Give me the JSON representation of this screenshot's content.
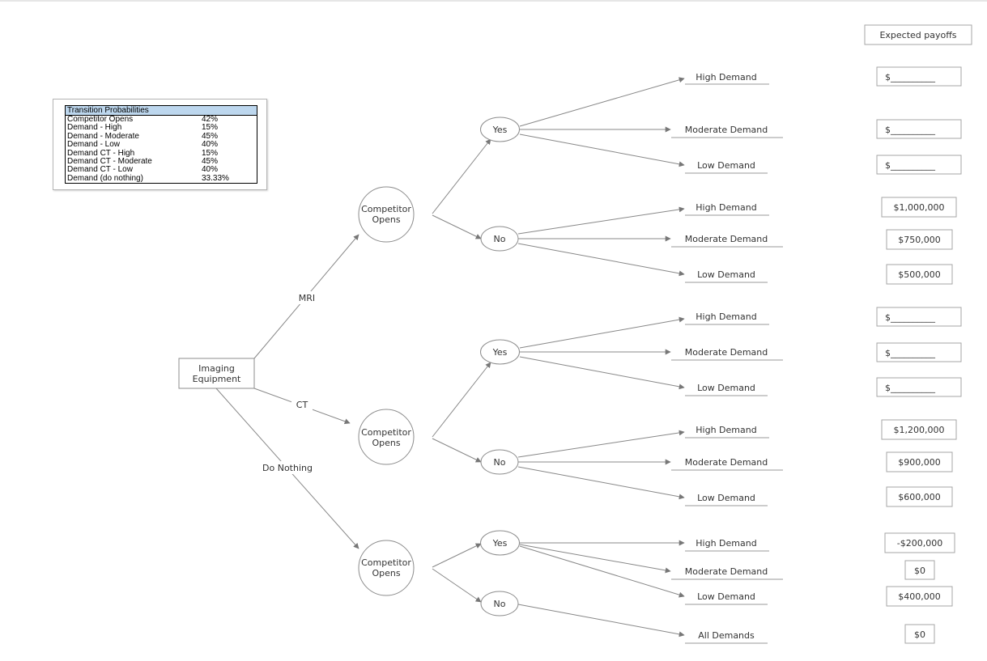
{
  "transition_table": {
    "title": "Transition Probabilities",
    "rows": [
      {
        "label": "Competitor Opens",
        "value": "42%"
      },
      {
        "label": "Demand - High",
        "value": "15%"
      },
      {
        "label": "Demand - Moderate",
        "value": "45%"
      },
      {
        "label": "Demand - Low",
        "value": "40%"
      },
      {
        "label": "Demand CT - High",
        "value": "15%"
      },
      {
        "label": "Demand CT - Moderate",
        "value": "45%"
      },
      {
        "label": "Demand CT - Low",
        "value": "40%"
      },
      {
        "label": "Demand (do nothing)",
        "value": "33.33%"
      }
    ]
  },
  "header": {
    "expected_payoffs": "Expected payoffs"
  },
  "root": {
    "line1": "Imaging",
    "line2": "Equipment"
  },
  "decisions": {
    "mri": "MRI",
    "ct": "CT",
    "do_nothing": "Do Nothing"
  },
  "chance": {
    "line1": "Competitor",
    "line2": "Opens"
  },
  "branches": {
    "yes": "Yes",
    "no": "No"
  },
  "outcomes": {
    "high": "High Demand",
    "moderate": "Moderate Demand",
    "low": "Low Demand",
    "all": "All Demands"
  },
  "payoffs": {
    "mri_yes": [
      "$__________",
      "$__________",
      "$__________"
    ],
    "mri_no": [
      "$1,000,000",
      "$750,000",
      "$500,000"
    ],
    "ct_yes": [
      "$__________",
      "$__________",
      "$__________"
    ],
    "ct_no": [
      "$1,200,000",
      "$900,000",
      "$600,000"
    ],
    "dn_yes": [
      "-$200,000",
      "$0",
      "$400,000"
    ],
    "dn_no": [
      "$0"
    ]
  }
}
